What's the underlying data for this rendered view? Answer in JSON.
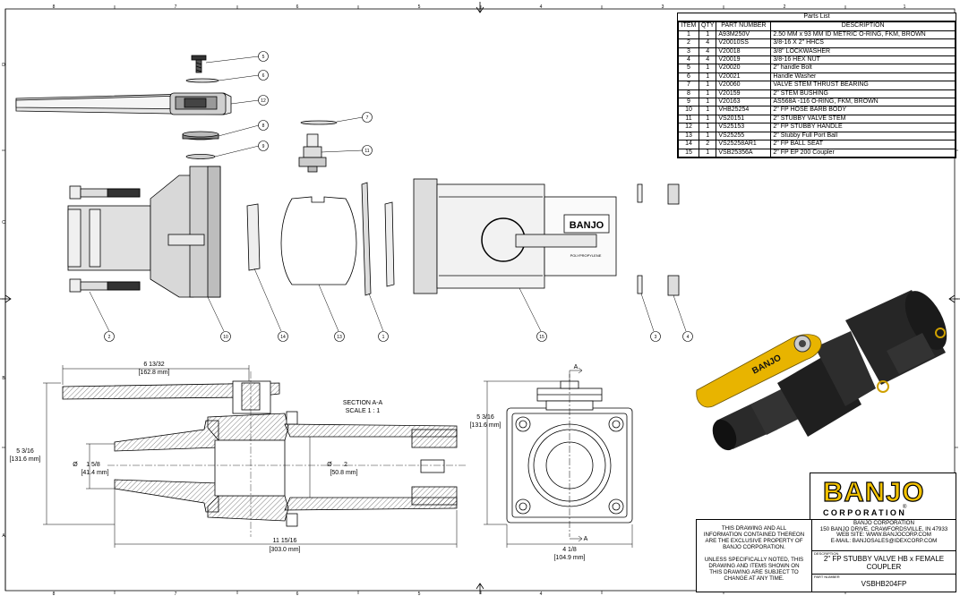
{
  "border_zones": {
    "columns": [
      "8",
      "7",
      "6",
      "5",
      "4",
      "3",
      "2",
      "1"
    ],
    "rows": [
      "D",
      "C",
      "B",
      "A"
    ]
  },
  "parts_list": {
    "title": "Parts List",
    "headers": [
      "ITEM",
      "QTY",
      "PART NUMBER",
      "DESCRIPTION"
    ],
    "rows": [
      [
        "1",
        "1",
        "A93M250V",
        "2.50 MM x 93 MM ID METRIC O-RING, FKM, BROWN"
      ],
      [
        "2",
        "4",
        "V20010SS",
        "3/8-16 X 2\" HHCS"
      ],
      [
        "3",
        "4",
        "V20018",
        "3/8\" LOCKWASHER"
      ],
      [
        "4",
        "4",
        "V20019",
        "3/8-16 HEX NUT"
      ],
      [
        "5",
        "1",
        "V20020",
        "2\" handle Bolt"
      ],
      [
        "6",
        "1",
        "V20021",
        "Handle Washer"
      ],
      [
        "7",
        "1",
        "V20060",
        "VALVE STEM THRUST BEARING"
      ],
      [
        "8",
        "1",
        "V20159",
        "2\" STEM BUSHING"
      ],
      [
        "9",
        "1",
        "V20163",
        "AS568A -116 O-RING, FKM, BROWN"
      ],
      [
        "10",
        "1",
        "VHB25254",
        "2\" FP HOSE BARB BODY"
      ],
      [
        "11",
        "1",
        "VS20151",
        "2\" STUBBY VALVE STEM"
      ],
      [
        "12",
        "1",
        "VS25153",
        "2\" FP STUBBY HANDLE"
      ],
      [
        "13",
        "1",
        "VS25255",
        "2\" Stubby Full Port Ball"
      ],
      [
        "14",
        "2",
        "VS25258AR1",
        "2\" FP BALL SEAT"
      ],
      [
        "15",
        "1",
        "VSB25356A",
        "2\" FP EP 200 Coupler"
      ]
    ]
  },
  "balloons": [
    "5",
    "6",
    "12",
    "8",
    "9",
    "7",
    "11",
    "2",
    "10",
    "14",
    "13",
    "1",
    "15",
    "3",
    "4"
  ],
  "part_markings": {
    "coupler_brand": "BANJO",
    "coupler_material": "POLYPROPYLENE",
    "handle_brand": "BANJO"
  },
  "section_view": {
    "label_line1": "SECTION A-A",
    "label_line2": "SCALE 1 : 1",
    "dim_handle_len": "6 13/32",
    "dim_handle_len_mm": "[162.8 mm]",
    "dim_height": "5 3/16",
    "dim_height_mm": "[131.6 mm]",
    "dim_bore_small": "1 5/8",
    "dim_bore_small_mm": "[41.4 mm]",
    "dim_bore_small_prefix": "Ø",
    "dim_bore_large": "2",
    "dim_bore_large_mm": "[50.8 mm]",
    "dim_bore_large_prefix": "Ø",
    "dim_overall_len": "11 15/16",
    "dim_overall_len_mm": "[303.0 mm]"
  },
  "end_view": {
    "cut_label_top": "A",
    "cut_label_bottom": "A",
    "dim_height": "5 3/16",
    "dim_height_mm": "[131.6 mm]",
    "dim_width": "4 1/8",
    "dim_width_mm": "[104.9 mm]"
  },
  "title_block": {
    "logo_text": "BANJO",
    "logo_sub": "CORPORATION",
    "logo_reg": "®",
    "note1": [
      "THIS DRAWING AND ALL",
      "INFORMATION CONTAINED THEREON",
      "ARE THE EXCLUSIVE PROPERTY OF",
      "BANJO CORPORATION."
    ],
    "note2": [
      "UNLESS SPECIFICALLY NOTED, THIS",
      "DRAWING AND ITEMS SHOWN ON",
      "THIS DRAWING ARE SUBJECT TO",
      "CHANGE AT ANY TIME."
    ],
    "company": [
      "BANJO CORPORATION",
      "150 BANJO DRIVE, CRAWFORDSVILLE, IN 47933",
      "WEB SITE: WWW.BANJOCORP.COM",
      "E-MAIL: BANJOSALES@IDEXCORP.COM"
    ],
    "description_label": "DESCRIPTION",
    "description": [
      "2\" FP STUBBY VALVE HB x FEMALE",
      "COUPLER"
    ],
    "part_number_label": "PART NUMBER",
    "part_number": "VSBHB204FP"
  },
  "colors": {
    "handle_yellow": "#e8b400",
    "body_black": "#1c1c1c",
    "logo_yellow": "#f2c200"
  }
}
